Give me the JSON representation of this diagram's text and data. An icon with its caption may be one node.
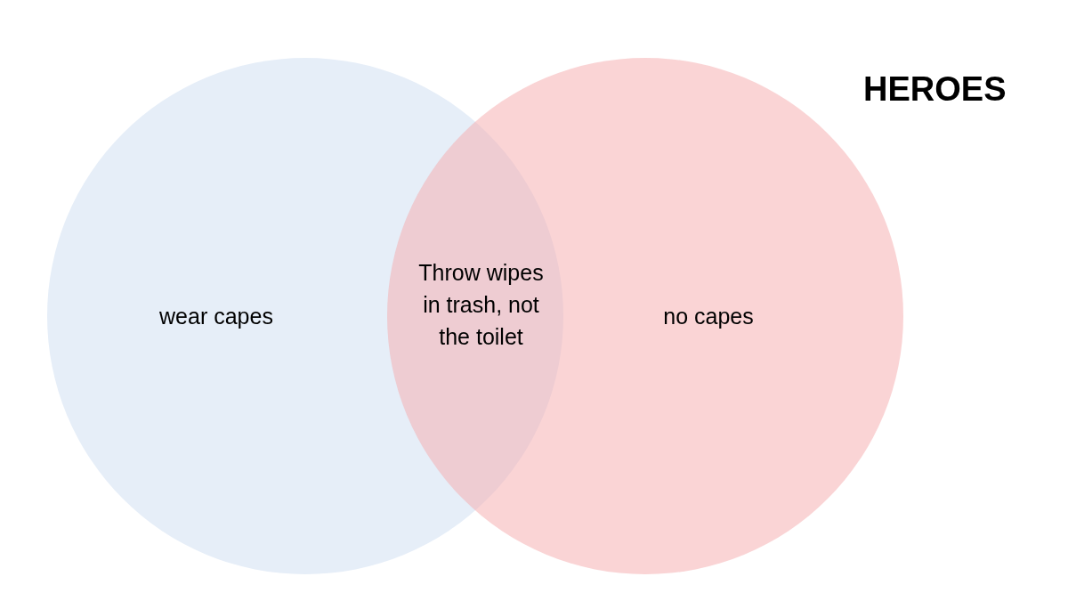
{
  "diagram": {
    "title": "HEROES",
    "nodes": [
      {
        "text": [
          "wear capes"
        ]
      },
      {
        "text": [
          "no capes"
        ]
      }
    ],
    "labels": [
      "Throw wipes in trash, not the toilet"
    ]
  }
}
